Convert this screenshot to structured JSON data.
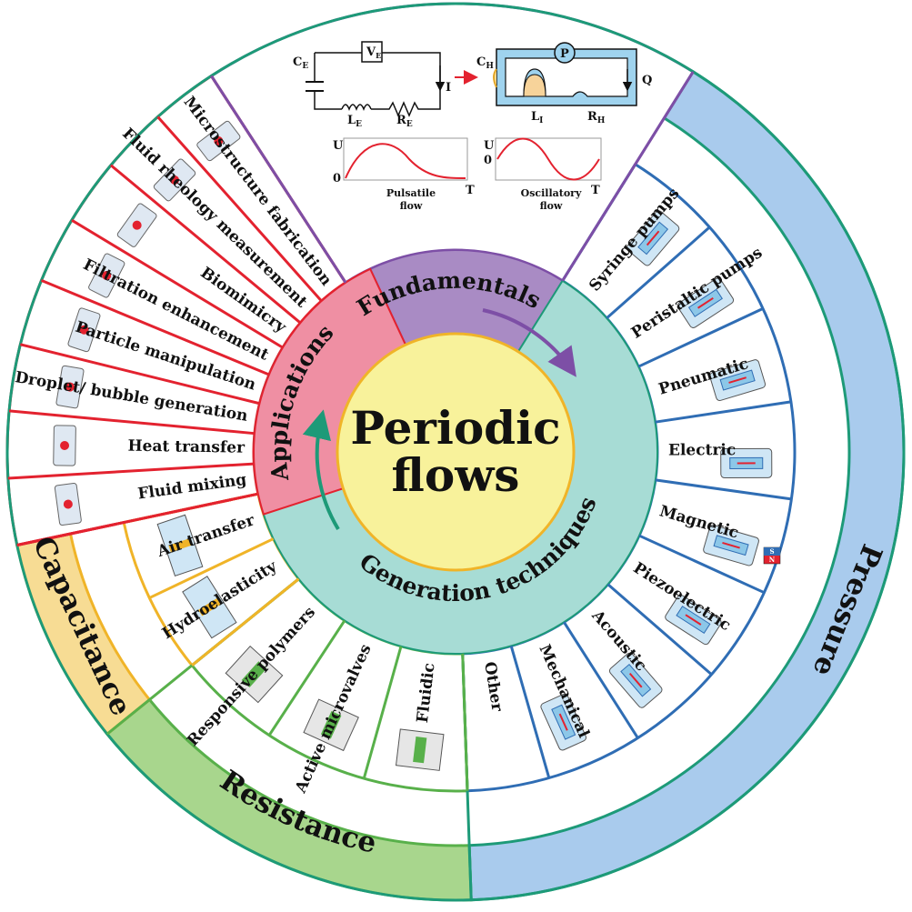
{
  "center": {
    "line1": "Periodic",
    "line2": "flows"
  },
  "ring": {
    "fundamentals": "Fundamentals",
    "applications": "Applications",
    "generation": "Generation techniques"
  },
  "outer": {
    "pressure": "Pressure",
    "resistance": "Resistance",
    "capacitance": "Capacitance"
  },
  "applications": [
    "Microstructure fabrication",
    "Fluid rheology measurement",
    "Biomimicry",
    "Filtration enhancement",
    "Particle manipulation",
    "Droplet/ bubble generation",
    "Heat transfer",
    "Fluid mixing"
  ],
  "pressure_methods": [
    "Syringe pumps",
    "Peristaltic pumps",
    "Pneumatic",
    "Electric",
    "Magnetic",
    "Piezoelectric",
    "Acoustic",
    "Mechanical"
  ],
  "other_method": "Other",
  "resistance_methods": [
    "Fluidic",
    "Active microvalves",
    "Responsive polymers"
  ],
  "capacitance_methods": [
    "Hydroelasticity",
    "Air transfer"
  ],
  "fundamentals_panel": {
    "electric": {
      "ce": "C",
      "ce_sub": "E",
      "le": "L",
      "le_sub": "E",
      "re": "R",
      "re_sub": "E",
      "ve": "V",
      "ve_sub": "E",
      "i": "I"
    },
    "hydraulic": {
      "ch": "C",
      "ch_sub": "H",
      "li": "L",
      "li_sub": "I",
      "rh": "R",
      "rh_sub": "H",
      "p": "P",
      "q": "Q"
    },
    "pulsatile": {
      "u": "U",
      "zero": "0",
      "t": "T",
      "caption1": "Pulsatile",
      "caption2": "flow"
    },
    "oscillatory": {
      "u": "U",
      "zero": "0",
      "t": "T",
      "caption1": "Oscillatory",
      "caption2": "flow"
    }
  },
  "magnet": {
    "s": "S",
    "n": "N"
  },
  "colors": {
    "fundamentals": "#a98bc4",
    "applications": "#ef8fa3",
    "generation": "#a7dcd5",
    "pressure": "#a9cbed",
    "resistance": "#a8d68d",
    "capacitance": "#f7dc94",
    "red_line": "#e3222f",
    "purple_line": "#7d4fa6",
    "blue_line": "#2f6db4",
    "green_line": "#1d9a78",
    "lgreen_line": "#58b04a",
    "yellow_line": "#f0b428",
    "center": "#f8f29b"
  }
}
